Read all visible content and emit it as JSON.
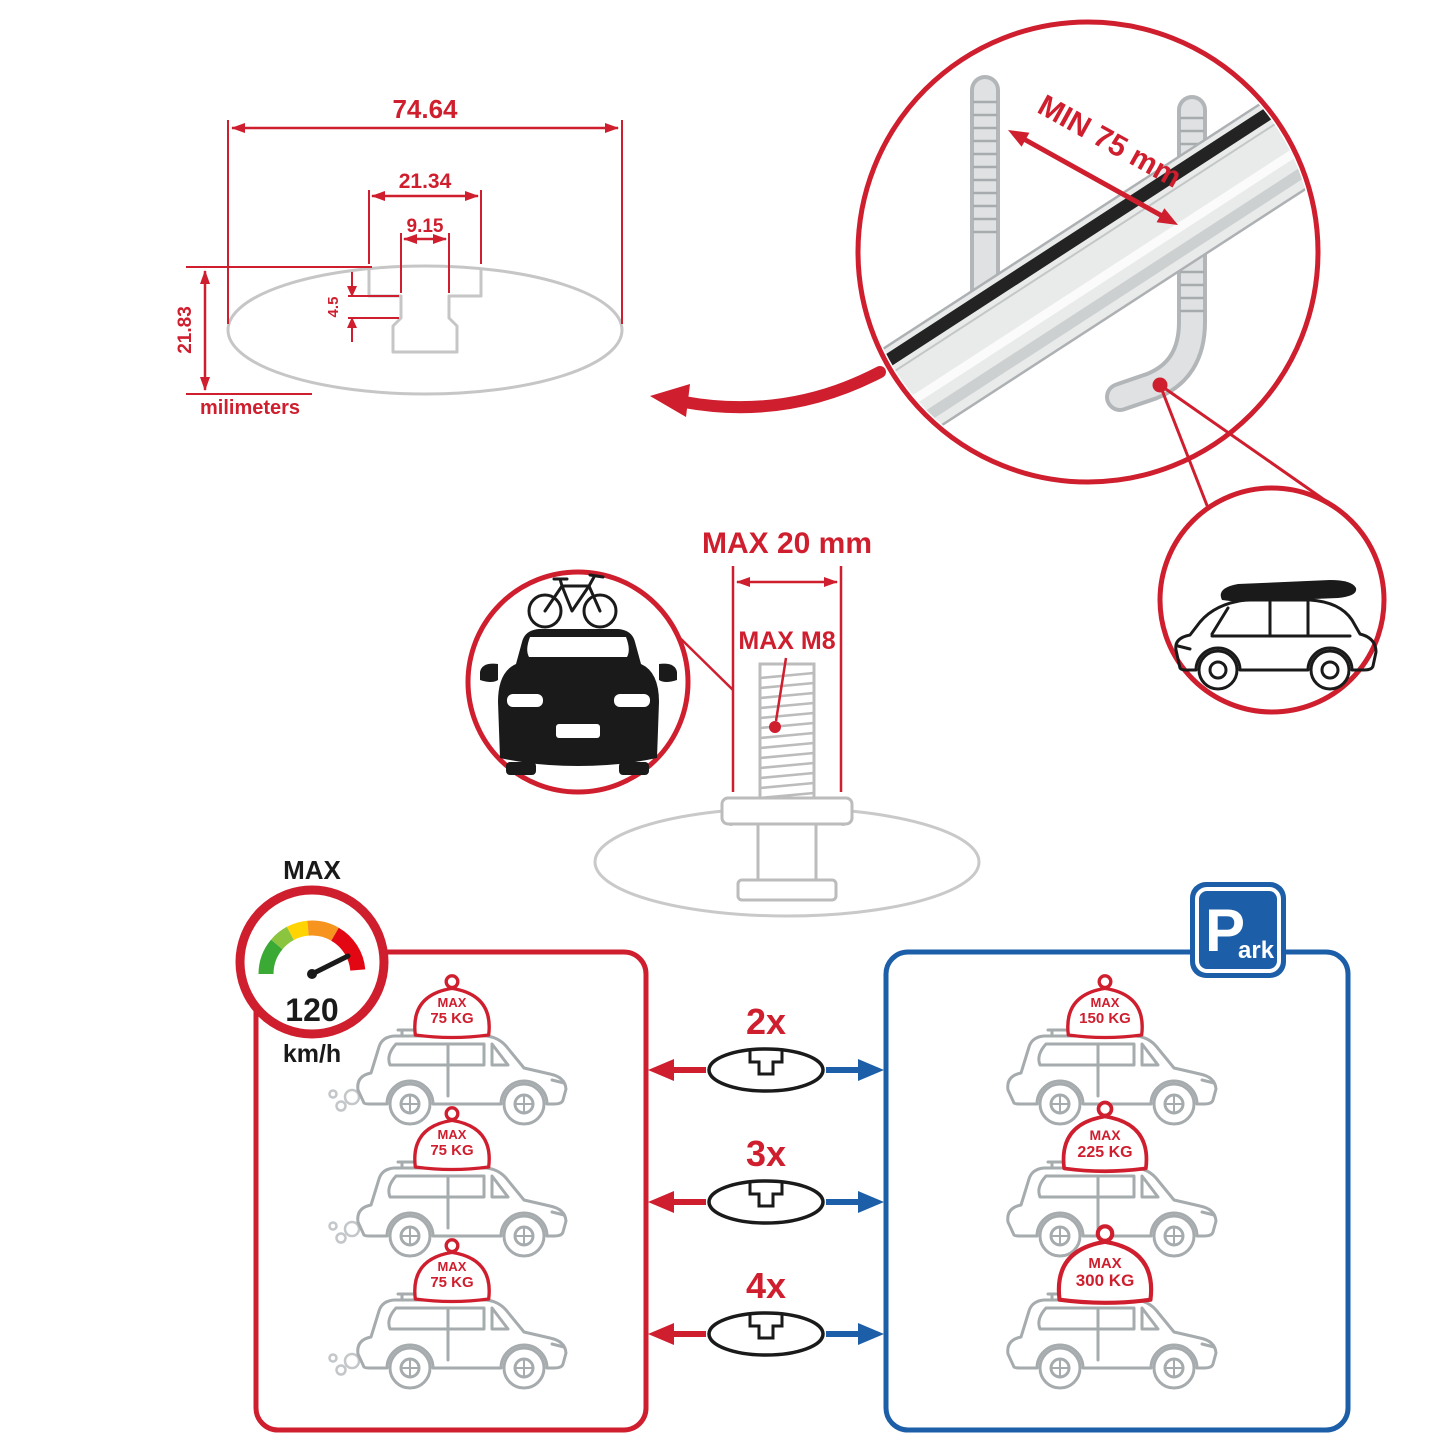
{
  "colors": {
    "red": "#cf1e2e",
    "blue": "#1c5fa8",
    "profile_gray": "#c6c6c6",
    "car_line_gray": "#a6abae",
    "black": "#1a1a1a"
  },
  "profile_dimensions": {
    "total_width": "74.64",
    "slot_outer_width": "21.34",
    "slot_inner_width": "9.15",
    "step_depth": "4.5",
    "total_height": "21.83",
    "units": "milimeters"
  },
  "bar_detail": {
    "min_spacing": "MIN 75 mm"
  },
  "bolt": {
    "max_length": "MAX 20 mm",
    "max_thread": "MAX M8"
  },
  "speedometer": {
    "label": "MAX",
    "value": "120",
    "units": "km/h"
  },
  "park_sign": {
    "letter": "P",
    "suffix": "ark"
  },
  "icons": {
    "gauge": "speed-gauge-icon",
    "park": "parking-sign-icon",
    "bike_car": "car-with-bike-icon",
    "roofbox_car": "car-with-roofbox-icon",
    "bar_profile": "crossbar-profile-icon",
    "cargo": "roof-cargo-icon"
  },
  "comparison": {
    "rows": [
      {
        "multiplier": "2x",
        "driving_max_label": "MAX",
        "driving_max": "75 KG",
        "parked_max_label": "MAX",
        "parked_max": "150 KG"
      },
      {
        "multiplier": "3x",
        "driving_max_label": "MAX",
        "driving_max": "75 KG",
        "parked_max_label": "MAX",
        "parked_max": "225 KG"
      },
      {
        "multiplier": "4x",
        "driving_max_label": "MAX",
        "driving_max": "75 KG",
        "parked_max_label": "MAX",
        "parked_max": "300 KG"
      }
    ]
  }
}
